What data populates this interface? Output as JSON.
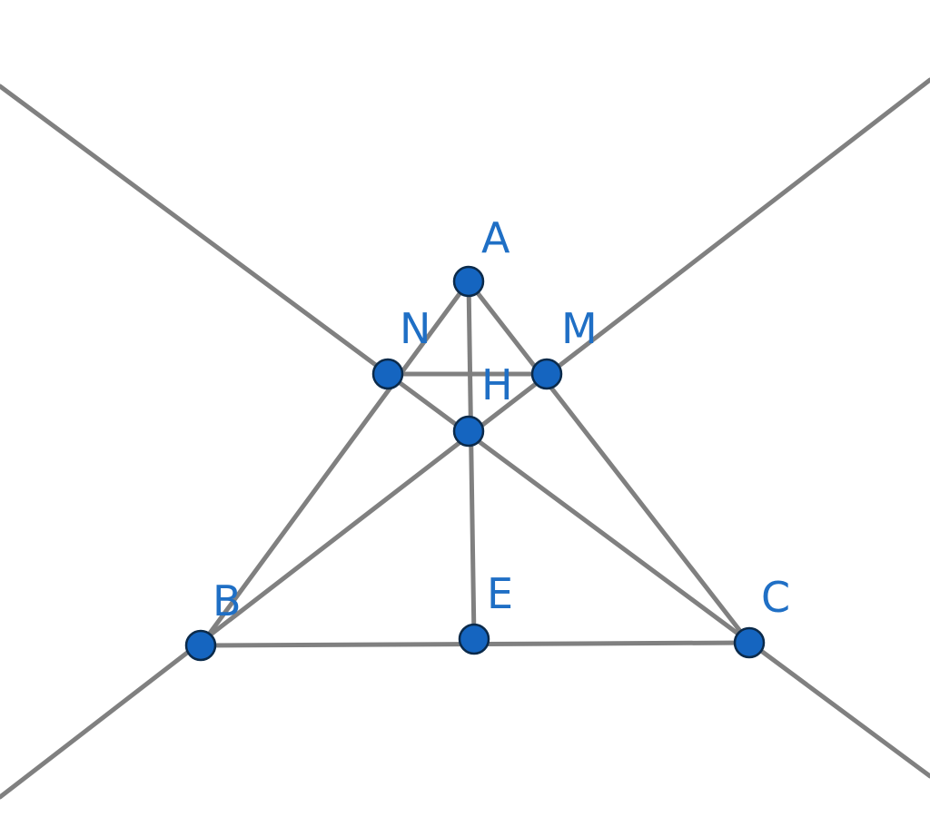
{
  "diagram": {
    "points": [
      {
        "id": "A",
        "label": "A"
      },
      {
        "id": "N",
        "label": "N"
      },
      {
        "id": "M",
        "label": "M"
      },
      {
        "id": "H",
        "label": "H"
      },
      {
        "id": "B",
        "label": "B"
      },
      {
        "id": "E",
        "label": "E"
      },
      {
        "id": "C",
        "label": "C"
      }
    ],
    "segments": [
      [
        "A",
        "B"
      ],
      [
        "A",
        "C"
      ],
      [
        "B",
        "C"
      ],
      [
        "A",
        "E"
      ],
      [
        "N",
        "M"
      ],
      [
        "B",
        "M"
      ],
      [
        "C",
        "N"
      ]
    ],
    "lines": [
      [
        "B",
        "M"
      ],
      [
        "C",
        "N"
      ]
    ],
    "colors": {
      "point_fill": "#1565c0",
      "point_stroke": "#0b2a4a",
      "label": "#1f6fc5",
      "line": "#808080"
    }
  }
}
